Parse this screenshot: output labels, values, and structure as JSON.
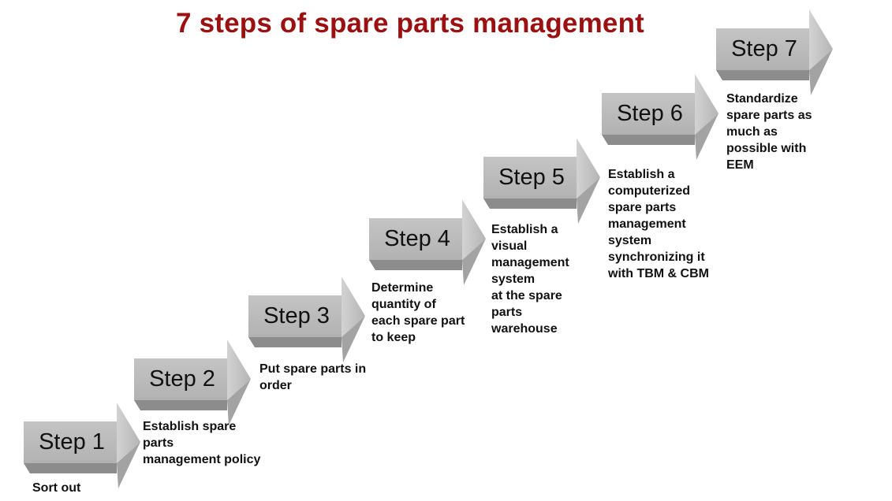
{
  "title": "7 steps of spare parts management",
  "colors": {
    "title": "#9b1010",
    "arrow_face": "#b8b8b8",
    "arrow_bottom": "#8c8c8c",
    "arrow_head_light": "#c9c9c9",
    "arrow_head_shadow": "#a3a3a3"
  },
  "steps": [
    {
      "label": "Step 1",
      "description": "Sort out"
    },
    {
      "label": "Step 2",
      "description": "Establish spare\nparts\nmanagement policy"
    },
    {
      "label": "Step 3",
      "description": "Put spare parts in\norder"
    },
    {
      "label": "Step 4",
      "description": "Determine\nquantity of\neach spare part\nto keep"
    },
    {
      "label": "Step 5",
      "description": "Establish a\nvisual\nmanagement\nsystem\nat the spare\nparts\nwarehouse"
    },
    {
      "label": "Step 6",
      "description": "Establish a\ncomputerized\nspare parts\nmanagement\nsystem\nsynchronizing it\nwith TBM & CBM"
    },
    {
      "label": "Step 7",
      "description": "Standardize\nspare parts as\nmuch as\npossible with\nEEM"
    }
  ]
}
